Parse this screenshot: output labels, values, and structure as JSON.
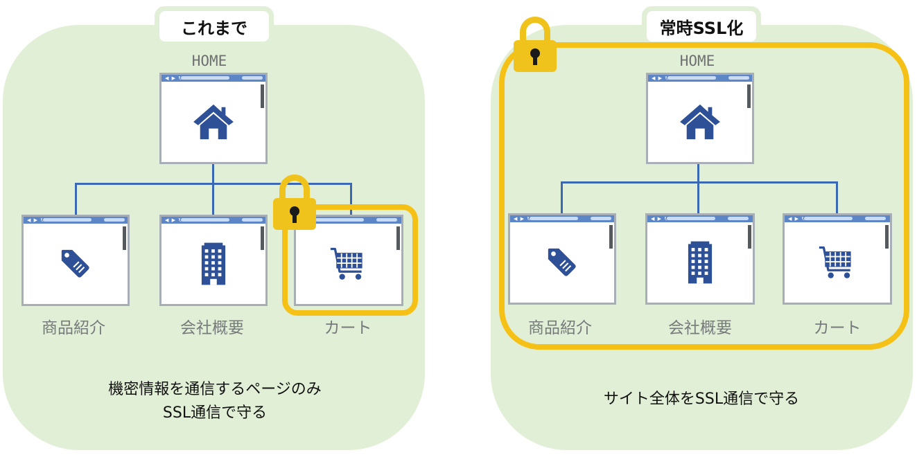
{
  "colors": {
    "panel": "#e2efd7",
    "ssl_highlight": "#f5c116",
    "lock": "#f0c21c",
    "connector": "#3a68b5",
    "icon": "#2e5096",
    "window_bar": "#5d86c7"
  },
  "left": {
    "tab_title": "これまで",
    "home_label": "HOME",
    "home_icon": "home-icon",
    "pages": [
      {
        "label": "商品紹介",
        "icon": "price-tag-icon"
      },
      {
        "label": "会社概要",
        "icon": "building-icon"
      },
      {
        "label": "カート",
        "icon": "shopping-cart-icon"
      }
    ],
    "caption_line1": "機密情報を通信するページのみ",
    "caption_line2": "SSL通信で守る"
  },
  "right": {
    "tab_title": "常時SSL化",
    "home_label": "HOME",
    "home_icon": "home-icon",
    "pages": [
      {
        "label": "商品紹介",
        "icon": "price-tag-icon"
      },
      {
        "label": "会社概要",
        "icon": "building-icon"
      },
      {
        "label": "カート",
        "icon": "shopping-cart-icon"
      }
    ],
    "caption_line1": "サイト全体をSSL通信で守る"
  },
  "browser_nav_glyphs": "◀ ▶ ↻"
}
